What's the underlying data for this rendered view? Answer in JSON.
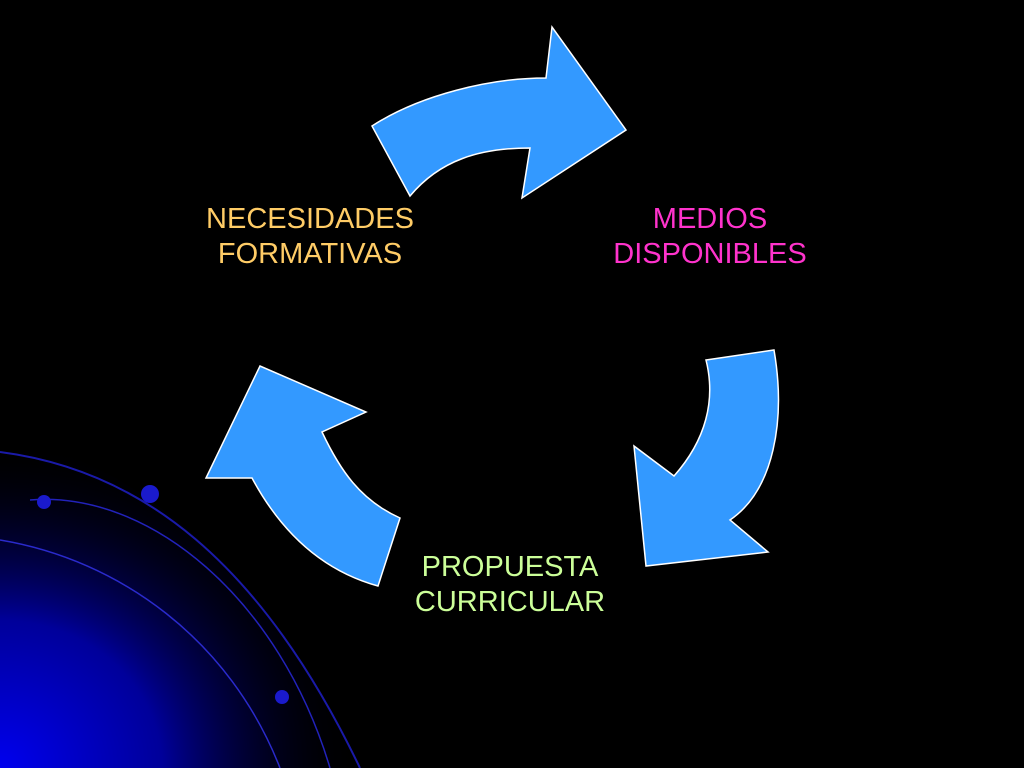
{
  "colors": {
    "background": "#000000",
    "arrow_fill": "#3399ff",
    "arrow_stroke": "#ffffff",
    "necesidades_text": "#ffcc66",
    "medios_text": "#ff33cc",
    "propuesta_text": "#ccff99",
    "decor_blue": "#0000cc"
  },
  "nodes": {
    "necesidades": {
      "line1": "NECESIDADES",
      "line2": "FORMATIVAS"
    },
    "medios": {
      "line1": "MEDIOS",
      "line2": "DISPONIBLES"
    },
    "propuesta": {
      "line1": "PROPUESTA",
      "line2": "CURRICULAR"
    }
  },
  "arrows": [
    {
      "from": "necesidades",
      "to": "medios"
    },
    {
      "from": "medios",
      "to": "propuesta"
    },
    {
      "from": "propuesta",
      "to": "necesidades"
    }
  ]
}
